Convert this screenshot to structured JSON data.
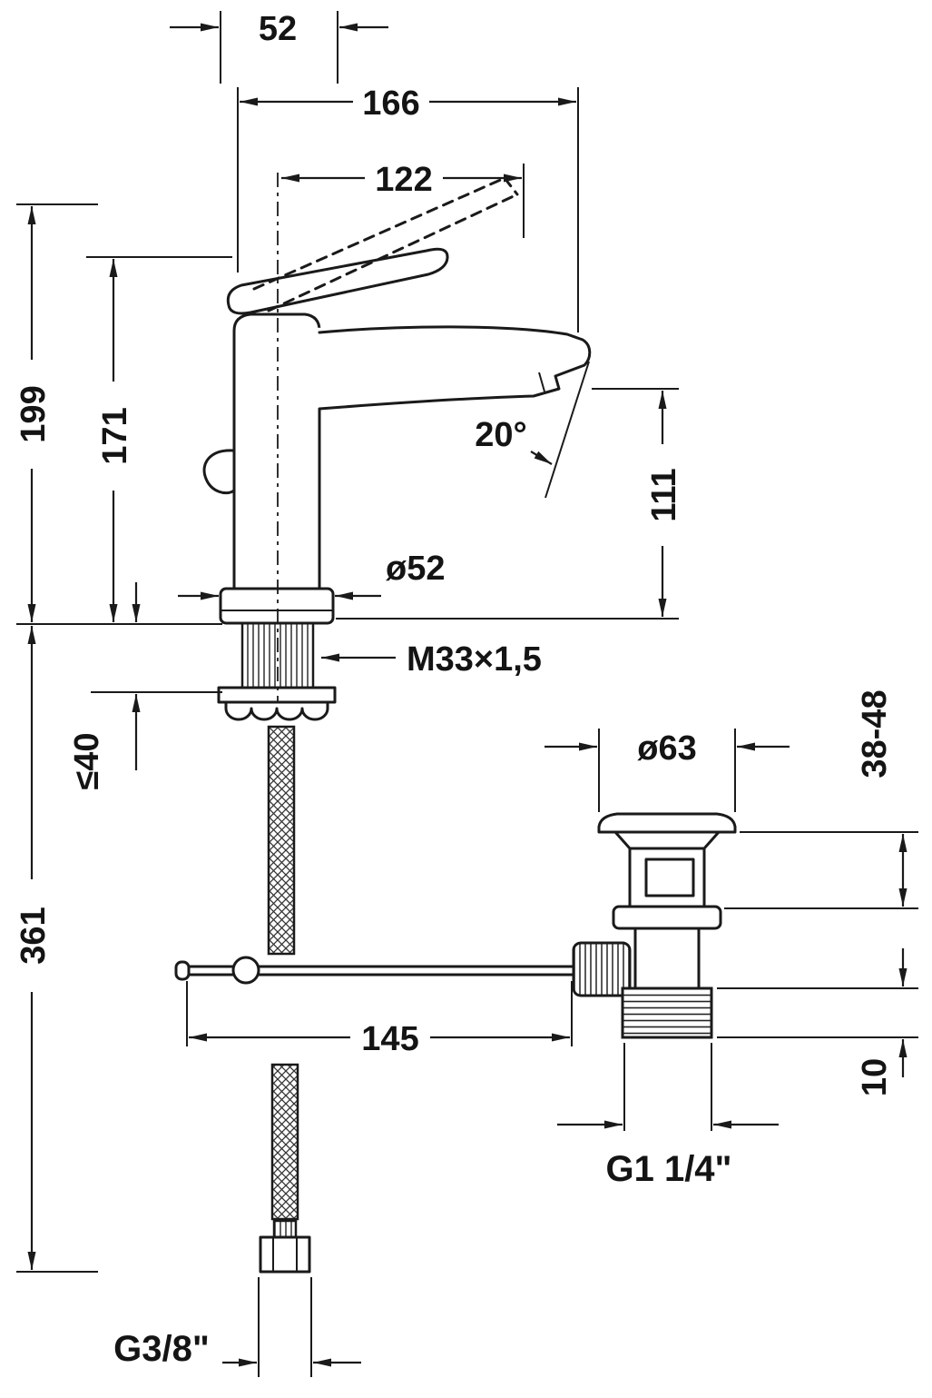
{
  "drawing": {
    "kind": "faucet-technical-dimension-drawing",
    "colors": {
      "line": "#1a1a1a",
      "background": "#ffffff"
    },
    "dims": {
      "cartridge_width": "52",
      "total_projection": "166",
      "lever_projection": "122",
      "height_lever_raised": "199",
      "height_body": "171",
      "spout_angle": "20°",
      "outlet_height": "111",
      "base_diameter": "ø52",
      "shank_thread": "M33×1,5",
      "max_deck_thickness": "≤40",
      "hose_drop_height": "361",
      "rod_length": "145",
      "waste_flange_diameter": "ø63",
      "clamping_range": "38-48",
      "spacing": "10",
      "waste_thread": "G1 1/4\"",
      "supply_thread": "G3/8\""
    }
  }
}
